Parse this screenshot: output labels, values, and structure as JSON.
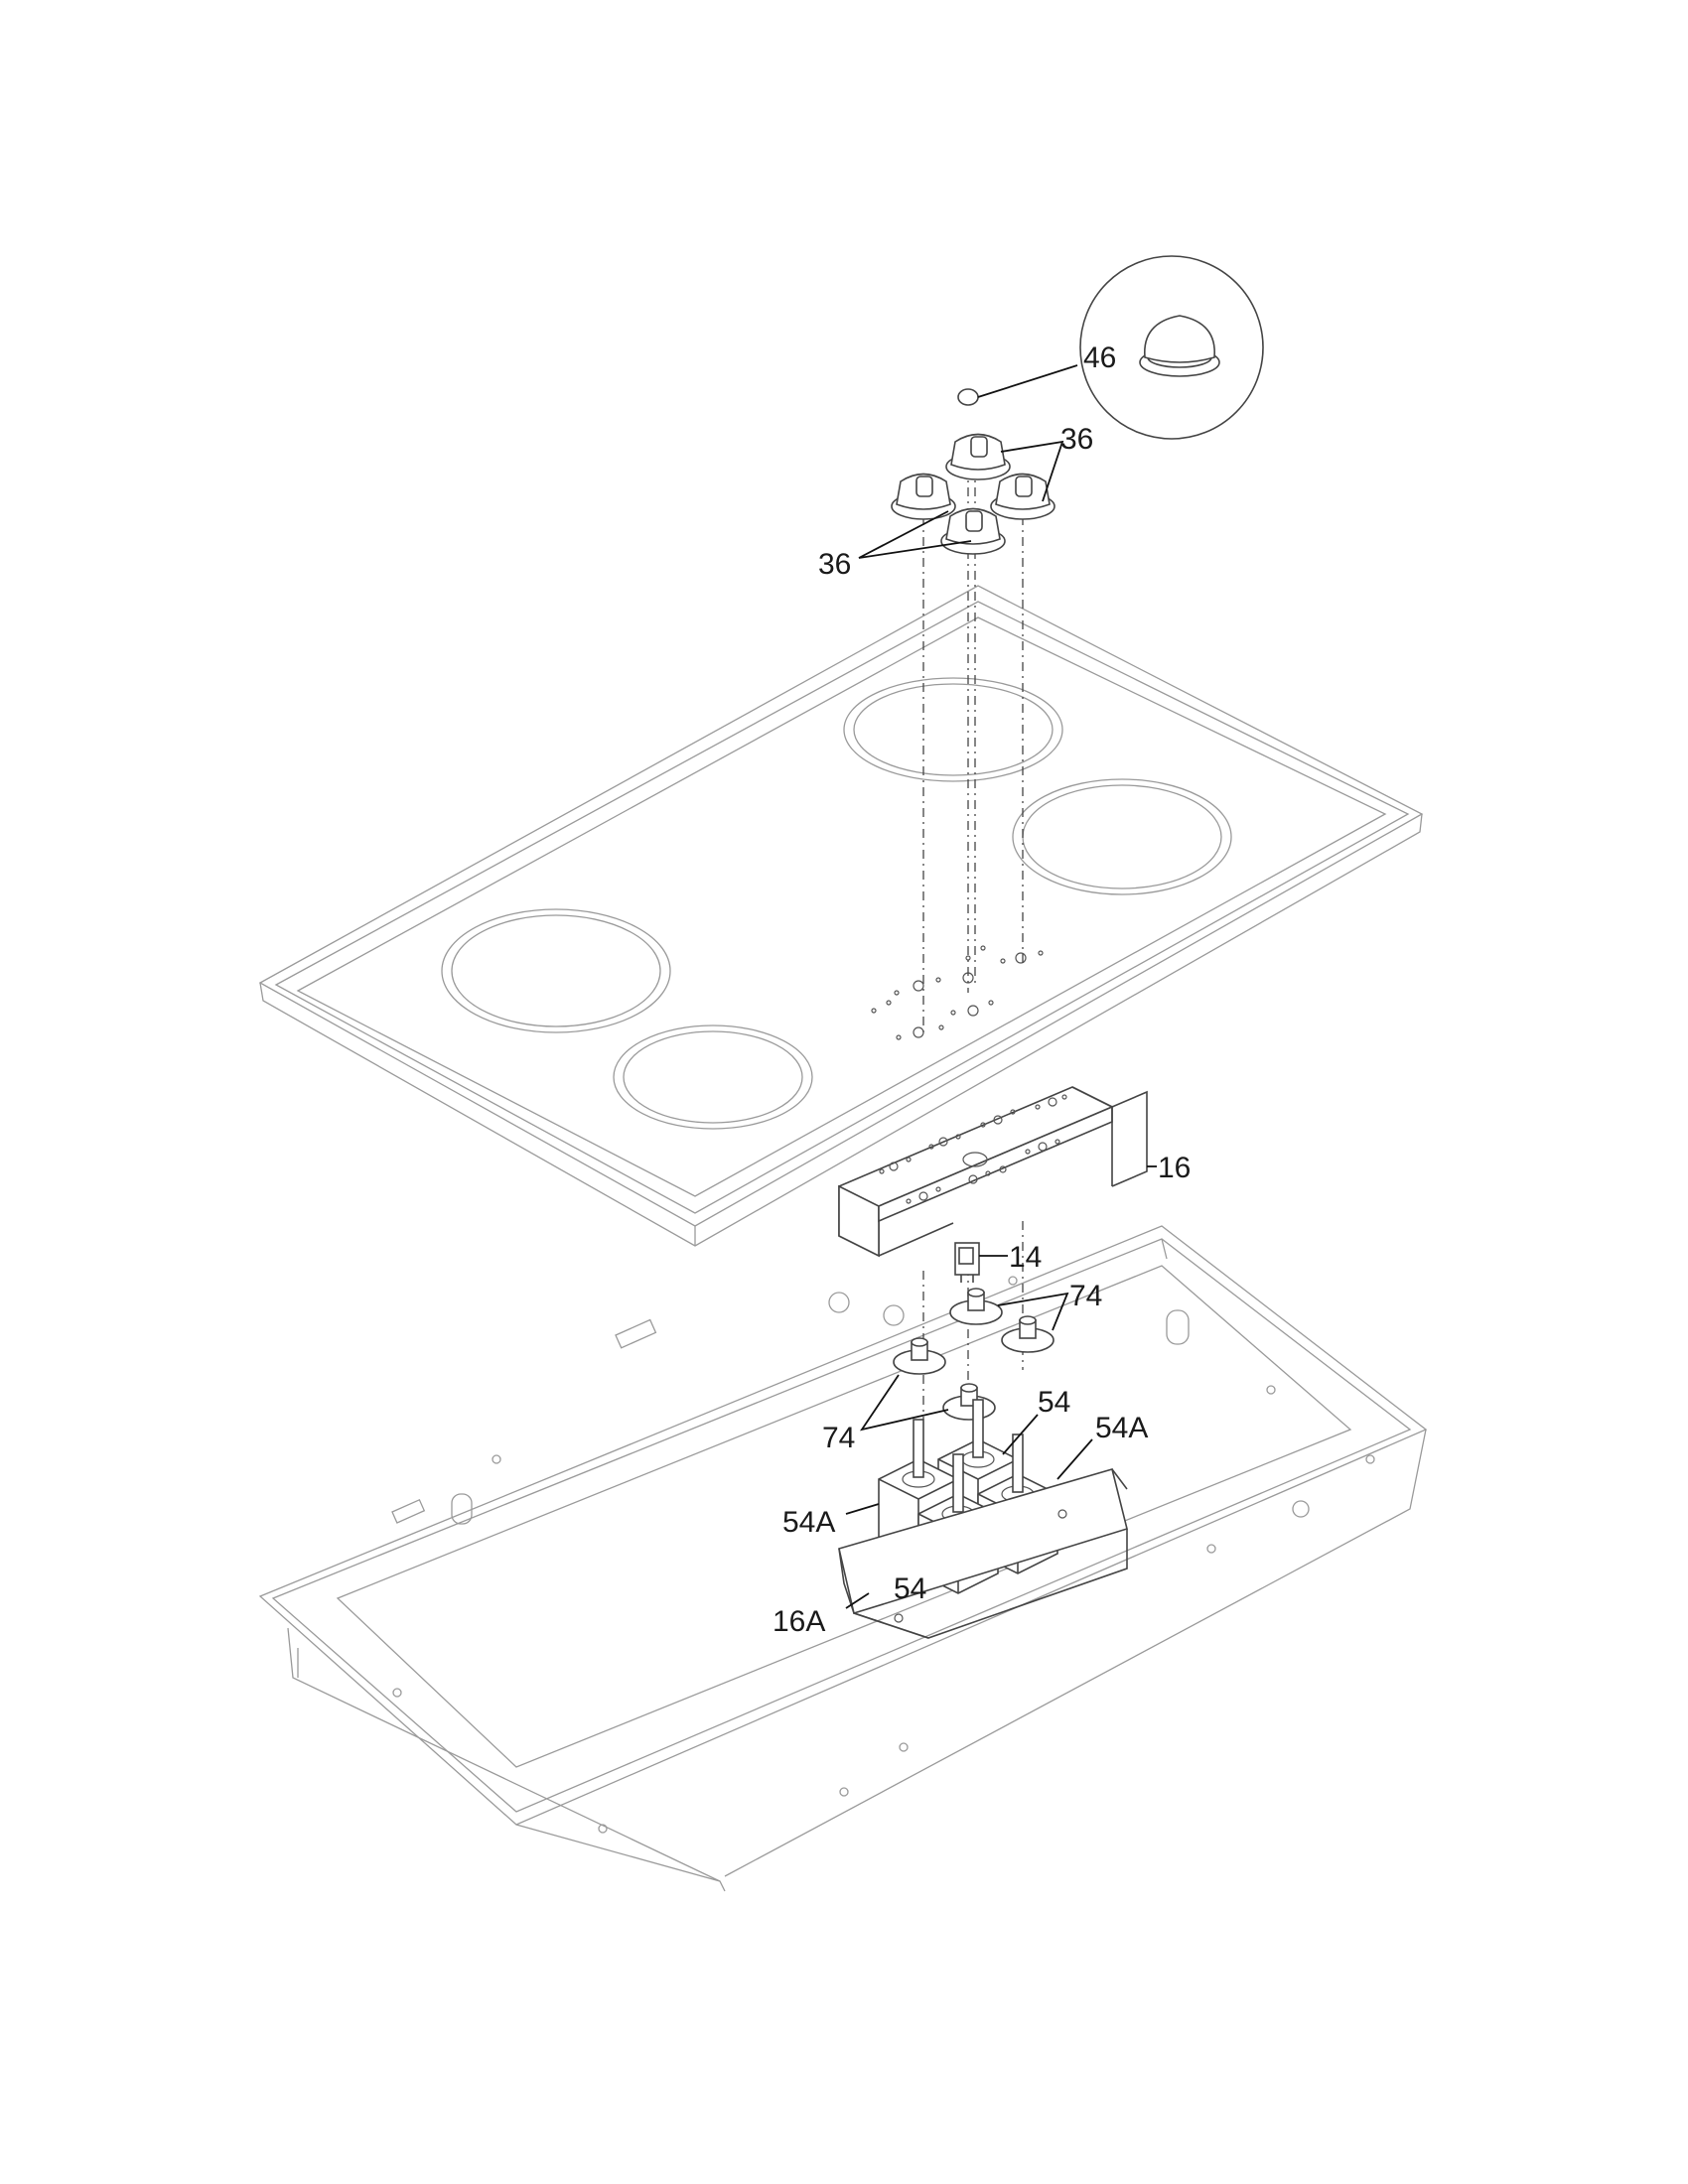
{
  "callouts": {
    "c46": "46",
    "c36a": "36",
    "c36b": "36",
    "c16": "16",
    "c14": "14",
    "c74a": "74",
    "c74b": "74",
    "c54a": "54",
    "c54Aa": "54A",
    "c54Ab": "54A",
    "c54b": "54",
    "c16A": "16A"
  }
}
